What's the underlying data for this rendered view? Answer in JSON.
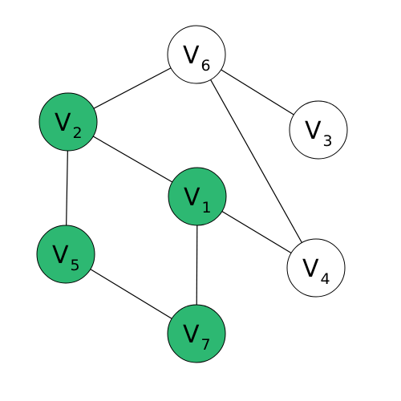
{
  "graph": {
    "highlight_color": "#2db872",
    "default_color": "#ffffff",
    "nodes": [
      {
        "id": "v1",
        "label": "V",
        "sub": "1",
        "highlighted": true
      },
      {
        "id": "v2",
        "label": "V",
        "sub": "2",
        "highlighted": true
      },
      {
        "id": "v3",
        "label": "V",
        "sub": "3",
        "highlighted": false
      },
      {
        "id": "v4",
        "label": "V",
        "sub": "4",
        "highlighted": false
      },
      {
        "id": "v5",
        "label": "V",
        "sub": "5",
        "highlighted": true
      },
      {
        "id": "v6",
        "label": "V",
        "sub": "6",
        "highlighted": false
      },
      {
        "id": "v7",
        "label": "V",
        "sub": "7",
        "highlighted": true
      }
    ],
    "edges": [
      {
        "from": "v6",
        "to": "v2"
      },
      {
        "from": "v6",
        "to": "v3"
      },
      {
        "from": "v6",
        "to": "v4"
      },
      {
        "from": "v2",
        "to": "v1"
      },
      {
        "from": "v2",
        "to": "v5"
      },
      {
        "from": "v1",
        "to": "v4"
      },
      {
        "from": "v1",
        "to": "v7"
      },
      {
        "from": "v5",
        "to": "v7"
      }
    ]
  }
}
